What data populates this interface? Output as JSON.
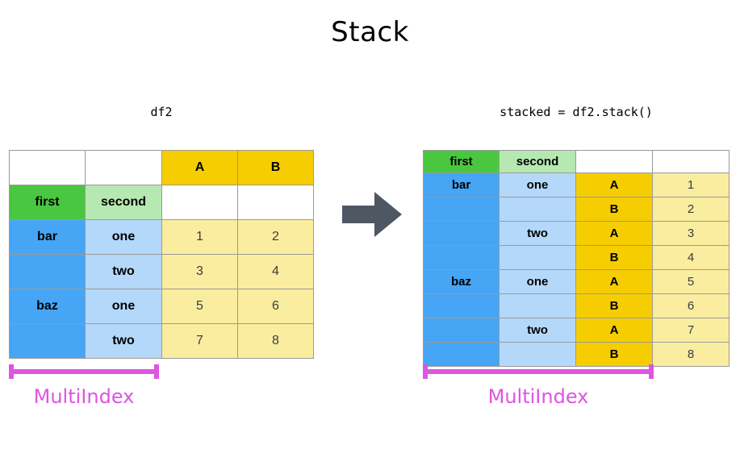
{
  "title": "Stack",
  "captions": {
    "left": "df2",
    "right": "stacked = df2.stack()"
  },
  "colors": {
    "green": "#4ac740",
    "light_green": "#b6e8b1",
    "blue": "#46a5f5",
    "light_blue": "#b4d8fa",
    "gold": "#f5cd00",
    "light_yellow": "#fbeda0",
    "arrow": "#4f5763",
    "multiindex": "#dd55e0",
    "border": "#9a9a9a",
    "background": "#ffffff"
  },
  "left_table": {
    "name": "df2",
    "rows": [
      [
        {
          "text": "",
          "style": "cell-blank"
        },
        {
          "text": "",
          "style": "cell-blank"
        },
        {
          "text": "A",
          "style": "cell-gold"
        },
        {
          "text": "B",
          "style": "cell-gold"
        }
      ],
      [
        {
          "text": "first",
          "style": "cell-green"
        },
        {
          "text": "second",
          "style": "cell-lgreen"
        },
        {
          "text": "",
          "style": "cell-blank"
        },
        {
          "text": "",
          "style": "cell-blank"
        }
      ],
      [
        {
          "text": "bar",
          "style": "cell-blue"
        },
        {
          "text": "one",
          "style": "cell-lblue"
        },
        {
          "text": "1",
          "style": "cell-lyellow"
        },
        {
          "text": "2",
          "style": "cell-lyellow"
        }
      ],
      [
        {
          "text": "",
          "style": "cell-blue"
        },
        {
          "text": "two",
          "style": "cell-lblue"
        },
        {
          "text": "3",
          "style": "cell-lyellow"
        },
        {
          "text": "4",
          "style": "cell-lyellow"
        }
      ],
      [
        {
          "text": "baz",
          "style": "cell-blue"
        },
        {
          "text": "one",
          "style": "cell-lblue"
        },
        {
          "text": "5",
          "style": "cell-lyellow"
        },
        {
          "text": "6",
          "style": "cell-lyellow"
        }
      ],
      [
        {
          "text": "",
          "style": "cell-blue"
        },
        {
          "text": "two",
          "style": "cell-lblue"
        },
        {
          "text": "7",
          "style": "cell-lyellow"
        },
        {
          "text": "8",
          "style": "cell-lyellow"
        }
      ]
    ]
  },
  "right_table": {
    "name": "stacked",
    "rows": [
      [
        {
          "text": "first",
          "style": "cell-green"
        },
        {
          "text": "second",
          "style": "cell-lgreen"
        },
        {
          "text": "",
          "style": "cell-blank"
        },
        {
          "text": "",
          "style": "cell-blank"
        }
      ],
      [
        {
          "text": "bar",
          "style": "cell-blue"
        },
        {
          "text": "one",
          "style": "cell-lblue"
        },
        {
          "text": "A",
          "style": "cell-gold"
        },
        {
          "text": "1",
          "style": "cell-lyellow"
        }
      ],
      [
        {
          "text": "",
          "style": "cell-blue"
        },
        {
          "text": "",
          "style": "cell-lblue"
        },
        {
          "text": "B",
          "style": "cell-gold"
        },
        {
          "text": "2",
          "style": "cell-lyellow"
        }
      ],
      [
        {
          "text": "",
          "style": "cell-blue"
        },
        {
          "text": "two",
          "style": "cell-lblue"
        },
        {
          "text": "A",
          "style": "cell-gold"
        },
        {
          "text": "3",
          "style": "cell-lyellow"
        }
      ],
      [
        {
          "text": "",
          "style": "cell-blue"
        },
        {
          "text": "",
          "style": "cell-lblue"
        },
        {
          "text": "B",
          "style": "cell-gold"
        },
        {
          "text": "4",
          "style": "cell-lyellow"
        }
      ],
      [
        {
          "text": "baz",
          "style": "cell-blue"
        },
        {
          "text": "one",
          "style": "cell-lblue"
        },
        {
          "text": "A",
          "style": "cell-gold"
        },
        {
          "text": "5",
          "style": "cell-lyellow"
        }
      ],
      [
        {
          "text": "",
          "style": "cell-blue"
        },
        {
          "text": "",
          "style": "cell-lblue"
        },
        {
          "text": "B",
          "style": "cell-gold"
        },
        {
          "text": "6",
          "style": "cell-lyellow"
        }
      ],
      [
        {
          "text": "",
          "style": "cell-blue"
        },
        {
          "text": "two",
          "style": "cell-lblue"
        },
        {
          "text": "A",
          "style": "cell-gold"
        },
        {
          "text": "7",
          "style": "cell-lyellow"
        }
      ],
      [
        {
          "text": "",
          "style": "cell-blue"
        },
        {
          "text": "",
          "style": "cell-lblue"
        },
        {
          "text": "B",
          "style": "cell-gold"
        },
        {
          "text": "8",
          "style": "cell-lyellow"
        }
      ]
    ]
  },
  "annotations": {
    "left_multiindex_label": "MultiIndex",
    "right_multiindex_label": "MultiIndex"
  }
}
